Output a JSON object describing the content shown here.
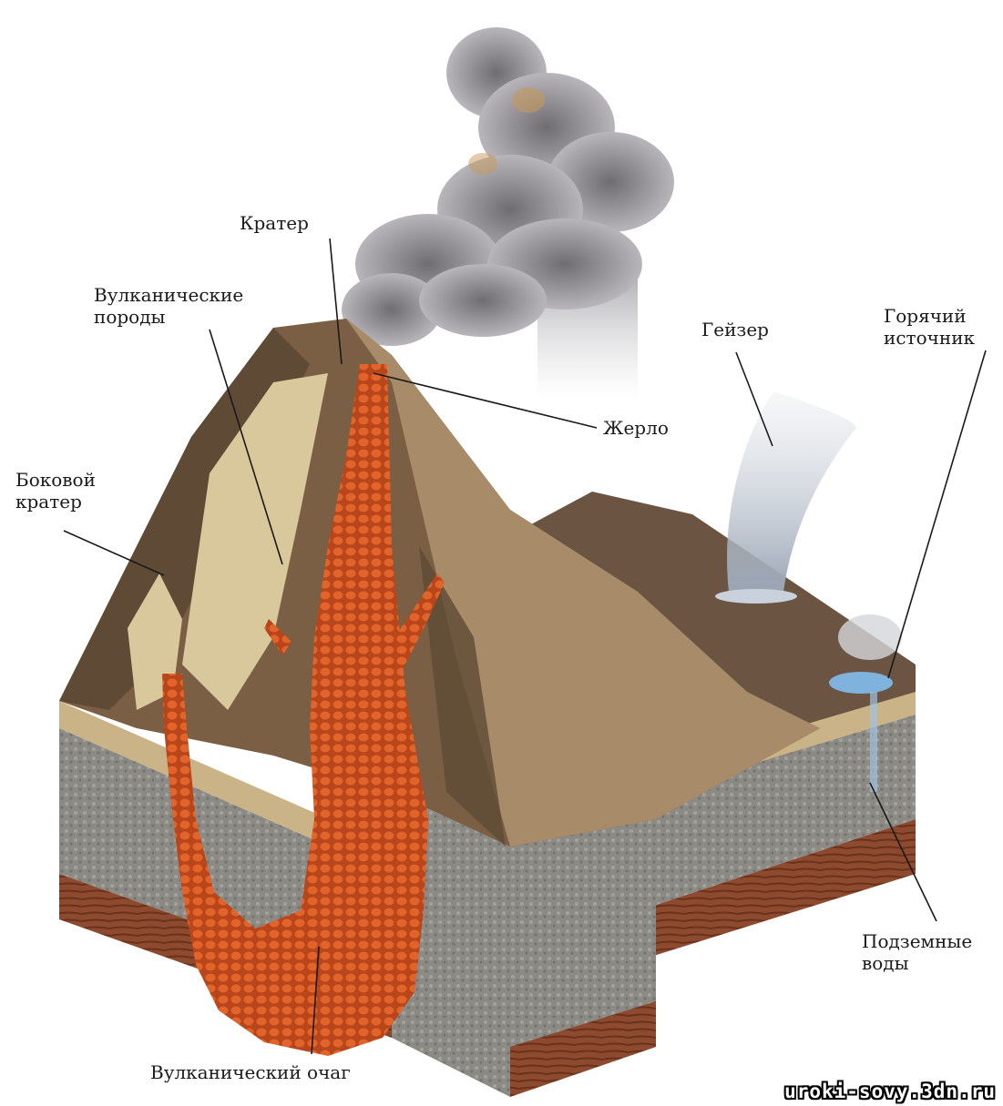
{
  "labels": {
    "crater": "Кратер",
    "volcanic_rocks_line1": "Вулканические",
    "volcanic_rocks_line2": "породы",
    "vent": "Жерло",
    "side_crater_line1": "Боковой",
    "side_crater_line2": "кратер",
    "geyser": "Гейзер",
    "hot_spring_line1": "Горячий",
    "hot_spring_line2": "источник",
    "groundwater_line1": "Подземные",
    "groundwater_line2": "воды",
    "magma_chamber": "Вулканический очаг"
  },
  "watermark": "uroki-sovy.3dn.ru",
  "colors": {
    "magma": "#e2642a",
    "magma_cell": "#b9461a",
    "volcano_dark": "#5e4a35",
    "volcano_light": "#a88b68",
    "rock_light": "#d9c89c",
    "ground_grey": "#8c8a85",
    "stratum_red": "#8d4a2e",
    "smoke": "#8f8d93",
    "water": "#7fb3de"
  }
}
